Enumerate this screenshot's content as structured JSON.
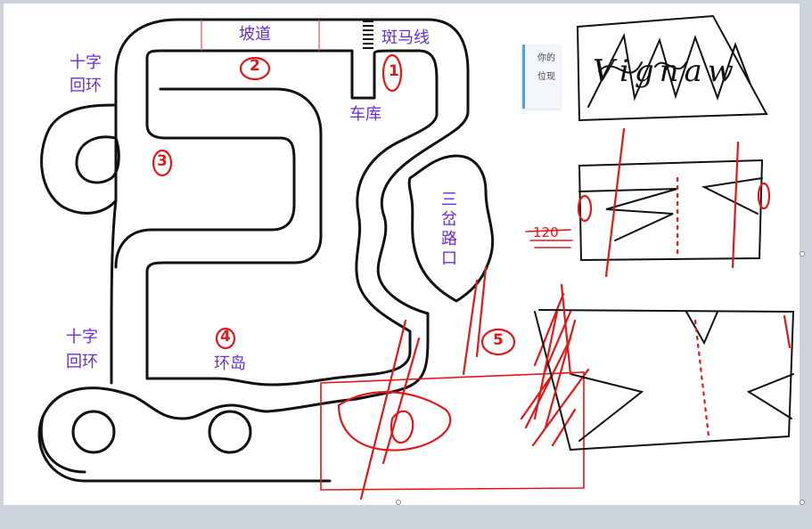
{
  "map": {
    "labels": {
      "ramp": "坡道",
      "zebra": "斑马线",
      "garage": "车库",
      "cross_top_line1": "十字",
      "cross_top_line2": "回环",
      "cross_bottom_line1": "十字",
      "cross_bottom_line2": "回环",
      "roundabout": "环岛",
      "three_way": "三岔路口"
    },
    "marks": {
      "m1": "1",
      "m2": "2",
      "m3": "3",
      "m4": "4",
      "m5": "5",
      "m120": "120"
    }
  },
  "popup": {
    "line1": "你的",
    "line2": "位现"
  },
  "sketch": {
    "word": "Vignaw"
  },
  "colors": {
    "track": "#111111",
    "label": "#6b2bd6",
    "annotation": "#e01818",
    "canvas": "#ffffff",
    "frame": "#cdd3dc"
  }
}
